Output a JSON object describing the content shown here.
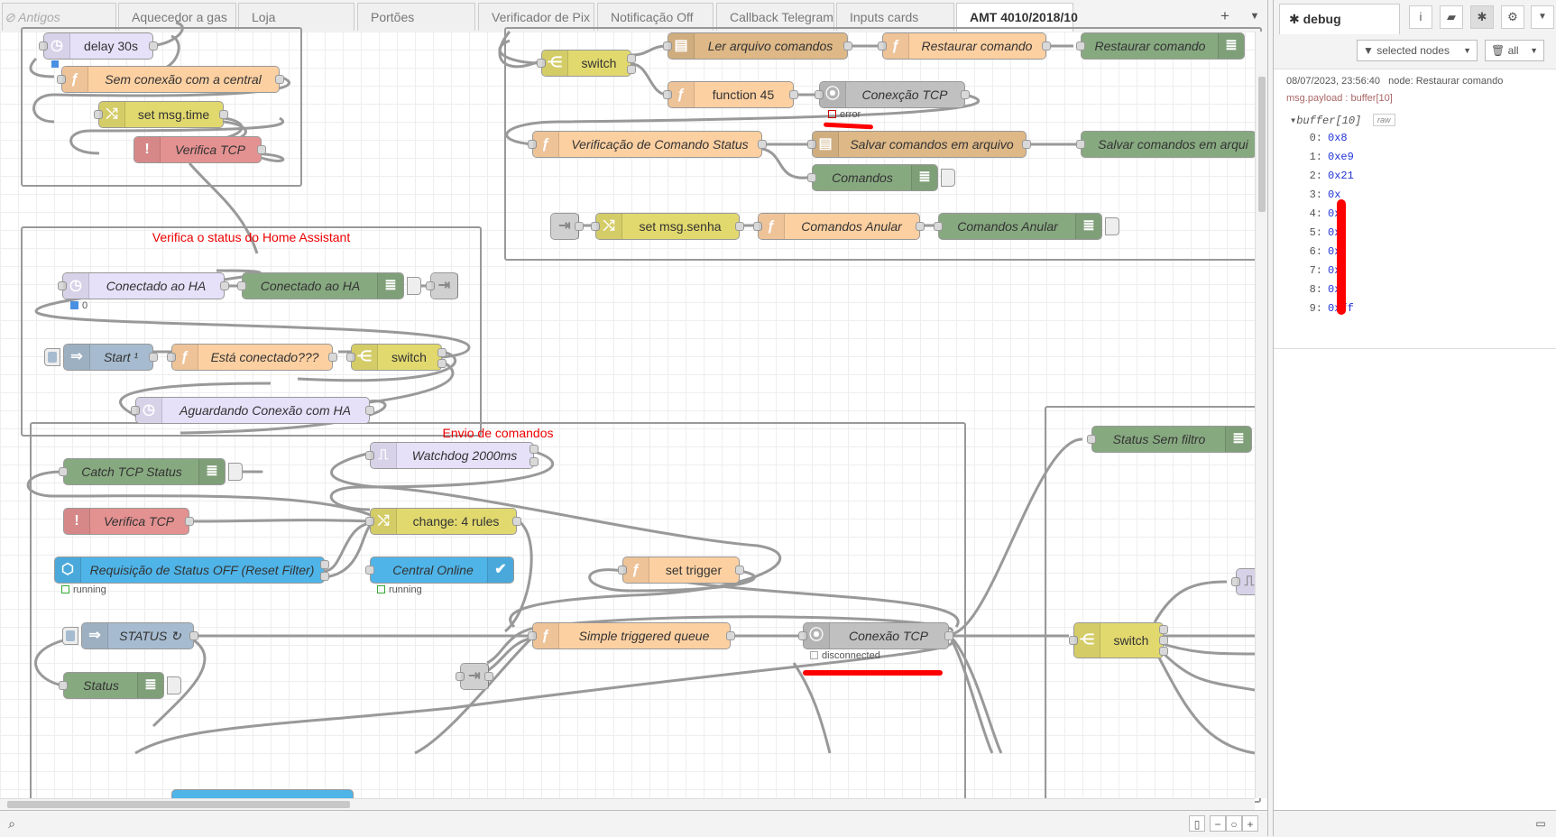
{
  "tabs": {
    "items": [
      "Antigos",
      "Aquecedor a gas",
      "Loja",
      "Portões",
      "Verificador de Pix",
      "Notificação Off",
      "Callback Telegram",
      "Inputs cards",
      "AMT 4010/2018/10"
    ],
    "add_icon": "plus-icon",
    "menu_icon": "chevron-down-icon"
  },
  "groups": {
    "ha_status": "Verifica o status do Home Assistant",
    "envio": "Envio de comandos"
  },
  "nodes": {
    "delay30": "delay 30s",
    "sem_conexao": "Sem conexão com a central",
    "set_msg_time": "set msg.time",
    "verifica_tcp_1": "Verifica TCP",
    "conectado_ha_delay": "Conectado ao HA",
    "conectado_ha_debug": "Conectado ao HA",
    "start": "Start ¹",
    "esta_conectado": "Está conectado???",
    "switch_ha": "switch",
    "aguardando": "Aguardando Conexão com HA",
    "switch_top": "switch",
    "ler_arquivo": "Ler arquivo comandos",
    "restaurar_func": "Restaurar comando",
    "restaurar_debug": "Restaurar comando",
    "function45": "function 45",
    "conexao_tcp_top": "Conexção TCP",
    "verificacao_status": "Verificação de Comando Status",
    "salvar_file": "Salvar comandos em arquivo",
    "salvar_debug": "Salvar comandos em arqui",
    "comandos": "Comandos",
    "set_msg_senha": "set msg.senha",
    "comandos_anular_func": "Comandos Anular",
    "comandos_anular_debug": "Comandos Anular",
    "catch_tcp": "Catch TCP Status",
    "watchdog": "Watchdog 2000ms",
    "verifica_tcp_2": "Verifica TCP",
    "change4": "change: 4 rules",
    "requisicao": "Requisição de Status OFF (Reset Filter)",
    "central_online": "Central Online",
    "set_trigger": "set trigger",
    "status_inject": "STATUS ↻",
    "simple_queue": "Simple triggered queue",
    "conexao_tcp_bottom": "Conexão TCP",
    "status_debug": "Status",
    "status_sem_filtro": "Status Sem filtro",
    "switch_right": "switch"
  },
  "statuses": {
    "delay_ha_count": "0",
    "tcp_top": "error",
    "requisicao": "running",
    "central_online": "running",
    "tcp_bottom": "disconnected"
  },
  "sidebar": {
    "tab_label": "debug",
    "tab_icon": "bug-icon",
    "icons": [
      "info-icon",
      "book-icon",
      "bug-icon",
      "gear-icon",
      "chevron-down-icon"
    ],
    "filter_label": "selected nodes",
    "clear_label": "all",
    "message": {
      "timestamp": "08/07/2023, 23:56:40",
      "node": "node: Restaurar comando",
      "topic": "msg.payload : buffer[10]",
      "buffer_label": "buffer[10]",
      "raw_label": "raw",
      "rows": [
        {
          "k": "0:",
          "v": "0x8"
        },
        {
          "k": "1:",
          "v": "0xe9"
        },
        {
          "k": "2:",
          "v": "0x21"
        },
        {
          "k": "3:",
          "v": "0x"
        },
        {
          "k": "4:",
          "v": "0x"
        },
        {
          "k": "5:",
          "v": "0x"
        },
        {
          "k": "6:",
          "v": "0x"
        },
        {
          "k": "7:",
          "v": "0x"
        },
        {
          "k": "8:",
          "v": "0x"
        },
        {
          "k": "9:",
          "v": "0xff"
        }
      ]
    }
  },
  "colors": {
    "redaction": "#ff0000",
    "group_label": "#e00000"
  }
}
